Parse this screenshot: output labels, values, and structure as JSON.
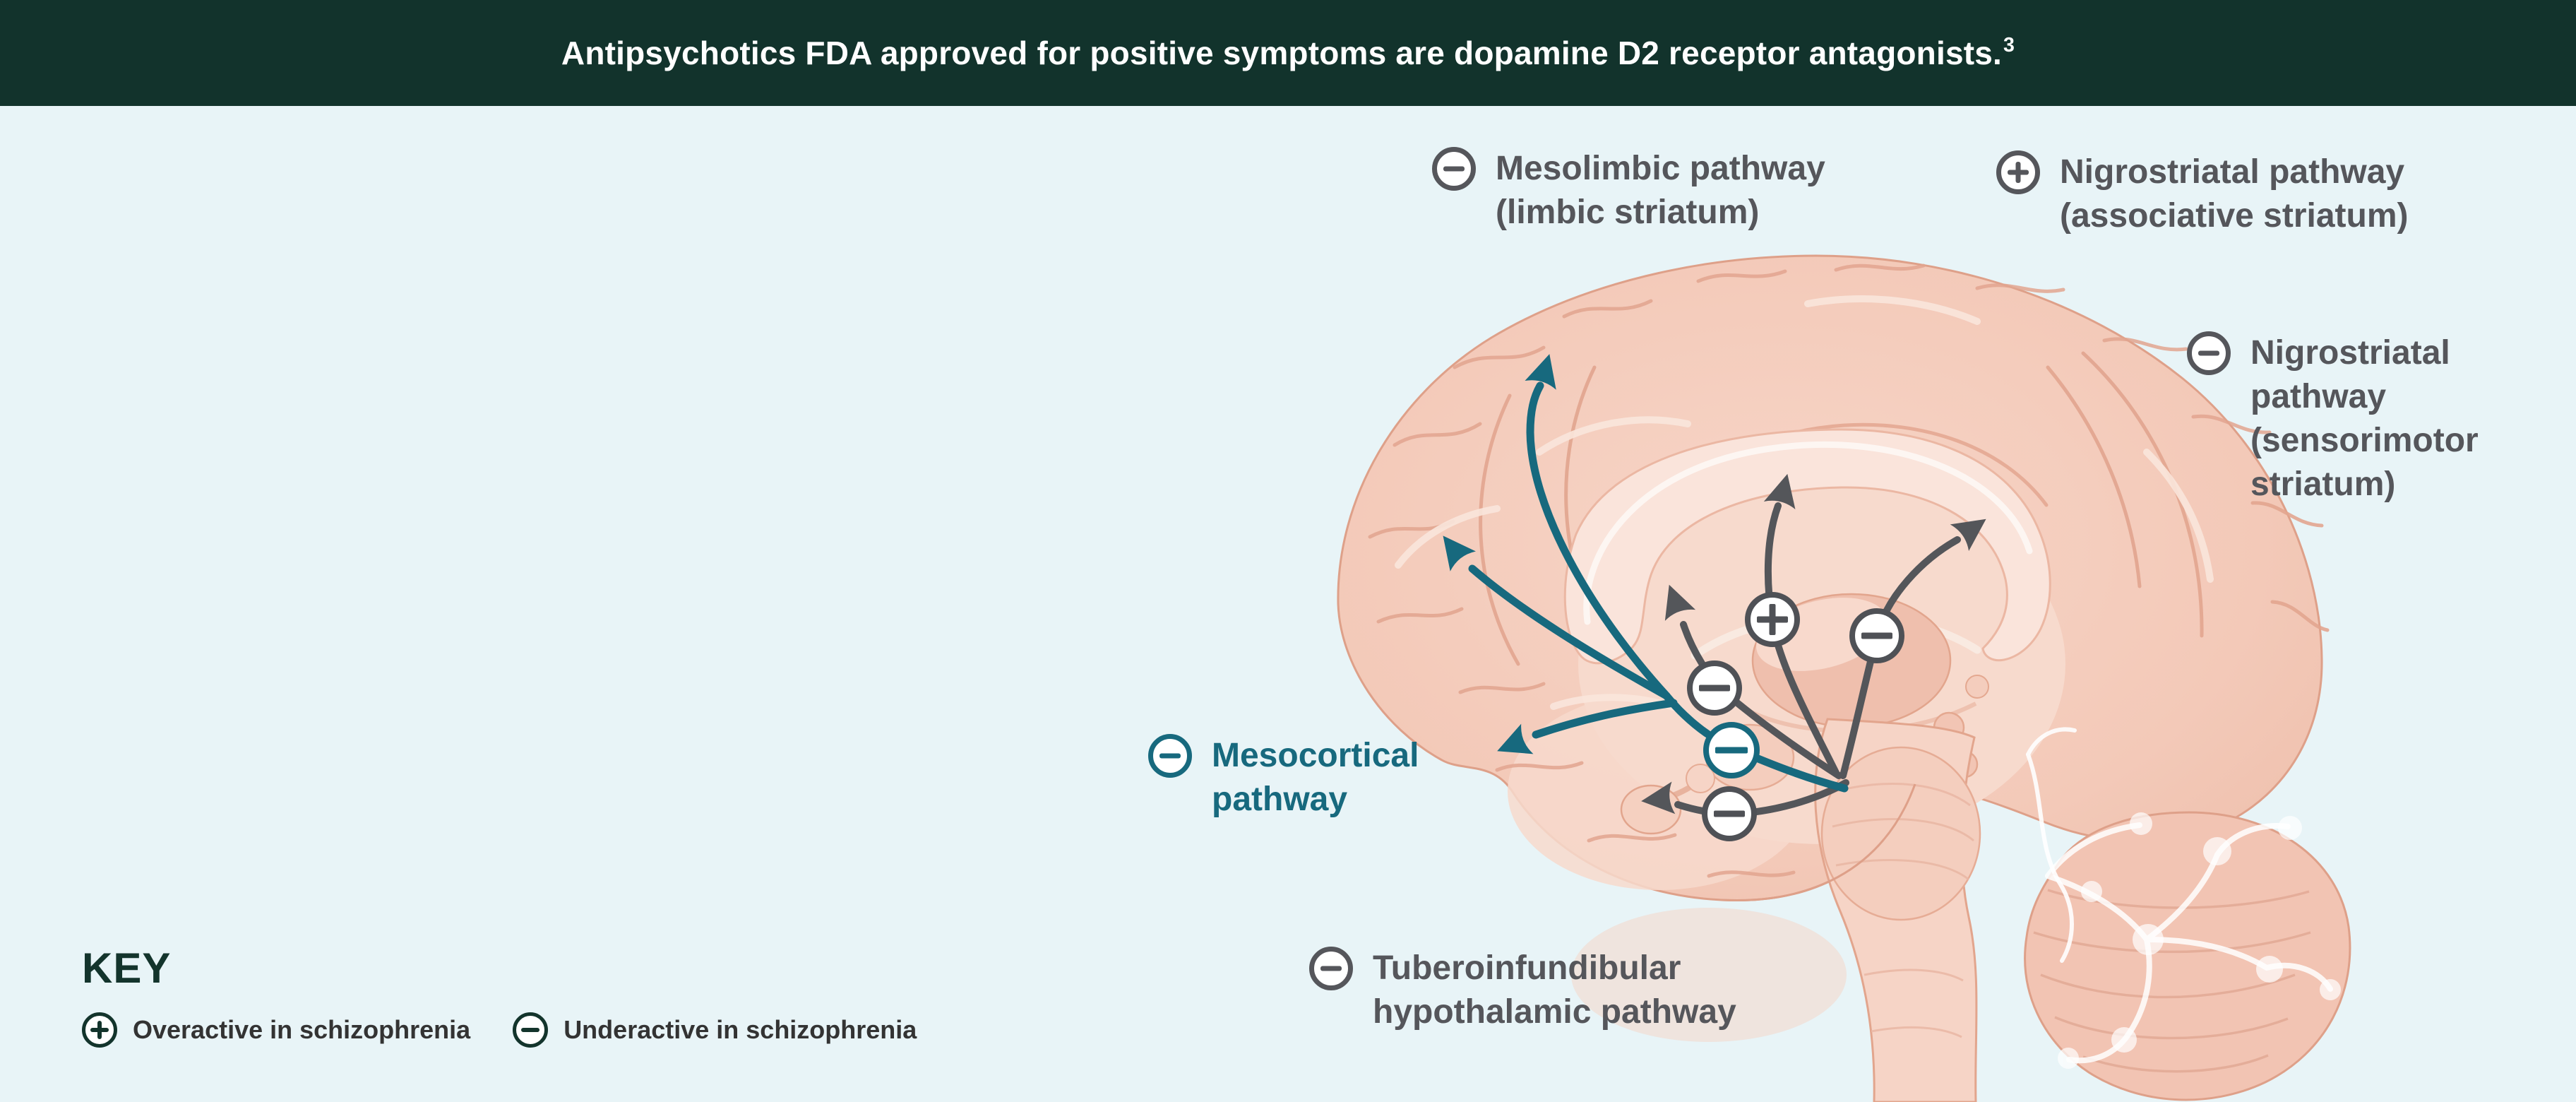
{
  "banner": {
    "title": "Antipsychotics FDA approved for positive symptoms are dopamine D2 receptor antagonists.",
    "reference_superscript": "3"
  },
  "pathway_labels": [
    {
      "id": "mesolimbic",
      "sign": "minus",
      "lines": [
        "Mesolimbic pathway",
        "(limbic striatum)"
      ]
    },
    {
      "id": "nigrostriatal_associative",
      "sign": "plus",
      "lines": [
        "Nigrostriatal pathway",
        "(associative striatum)"
      ]
    },
    {
      "id": "nigrostriatal_sensorimotor",
      "sign": "minus",
      "lines": [
        "Nigrostriatal",
        "pathway",
        "(sensorimotor",
        "striatum)"
      ]
    },
    {
      "id": "mesocortical",
      "sign": "minus",
      "lines": [
        "Mesocortical",
        "pathway"
      ]
    },
    {
      "id": "tuberoinfundibular",
      "sign": "minus",
      "lines": [
        "Tuberoinfundibular",
        "hypothalamic pathway"
      ]
    }
  ],
  "brain_markers": [
    {
      "pathway": "nigrostriatal_associative",
      "sign": "plus",
      "meaning": "overactive"
    },
    {
      "pathway": "nigrostriatal_sensorimotor",
      "sign": "minus",
      "meaning": "underactive"
    },
    {
      "pathway": "mesolimbic",
      "sign": "minus",
      "meaning": "underactive"
    },
    {
      "pathway": "mesocortical",
      "sign": "minus",
      "meaning": "underactive"
    },
    {
      "pathway": "tuberoinfundibular",
      "sign": "minus",
      "meaning": "underactive"
    }
  ],
  "key": {
    "heading": "KEY",
    "items": [
      {
        "sign": "plus",
        "label": "Overactive in schizophrenia"
      },
      {
        "sign": "minus",
        "label": "Underactive in schizophrenia"
      }
    ]
  },
  "colors": {
    "banner_green": "#12332C",
    "background": "#E8F4F7",
    "label_gray": "#55565B",
    "arrow_gray": "#54565A",
    "teal": "#17697E",
    "key_green": "#13342C",
    "brain_base": "#F3C9B8",
    "brain_outline": "#DEA089"
  }
}
